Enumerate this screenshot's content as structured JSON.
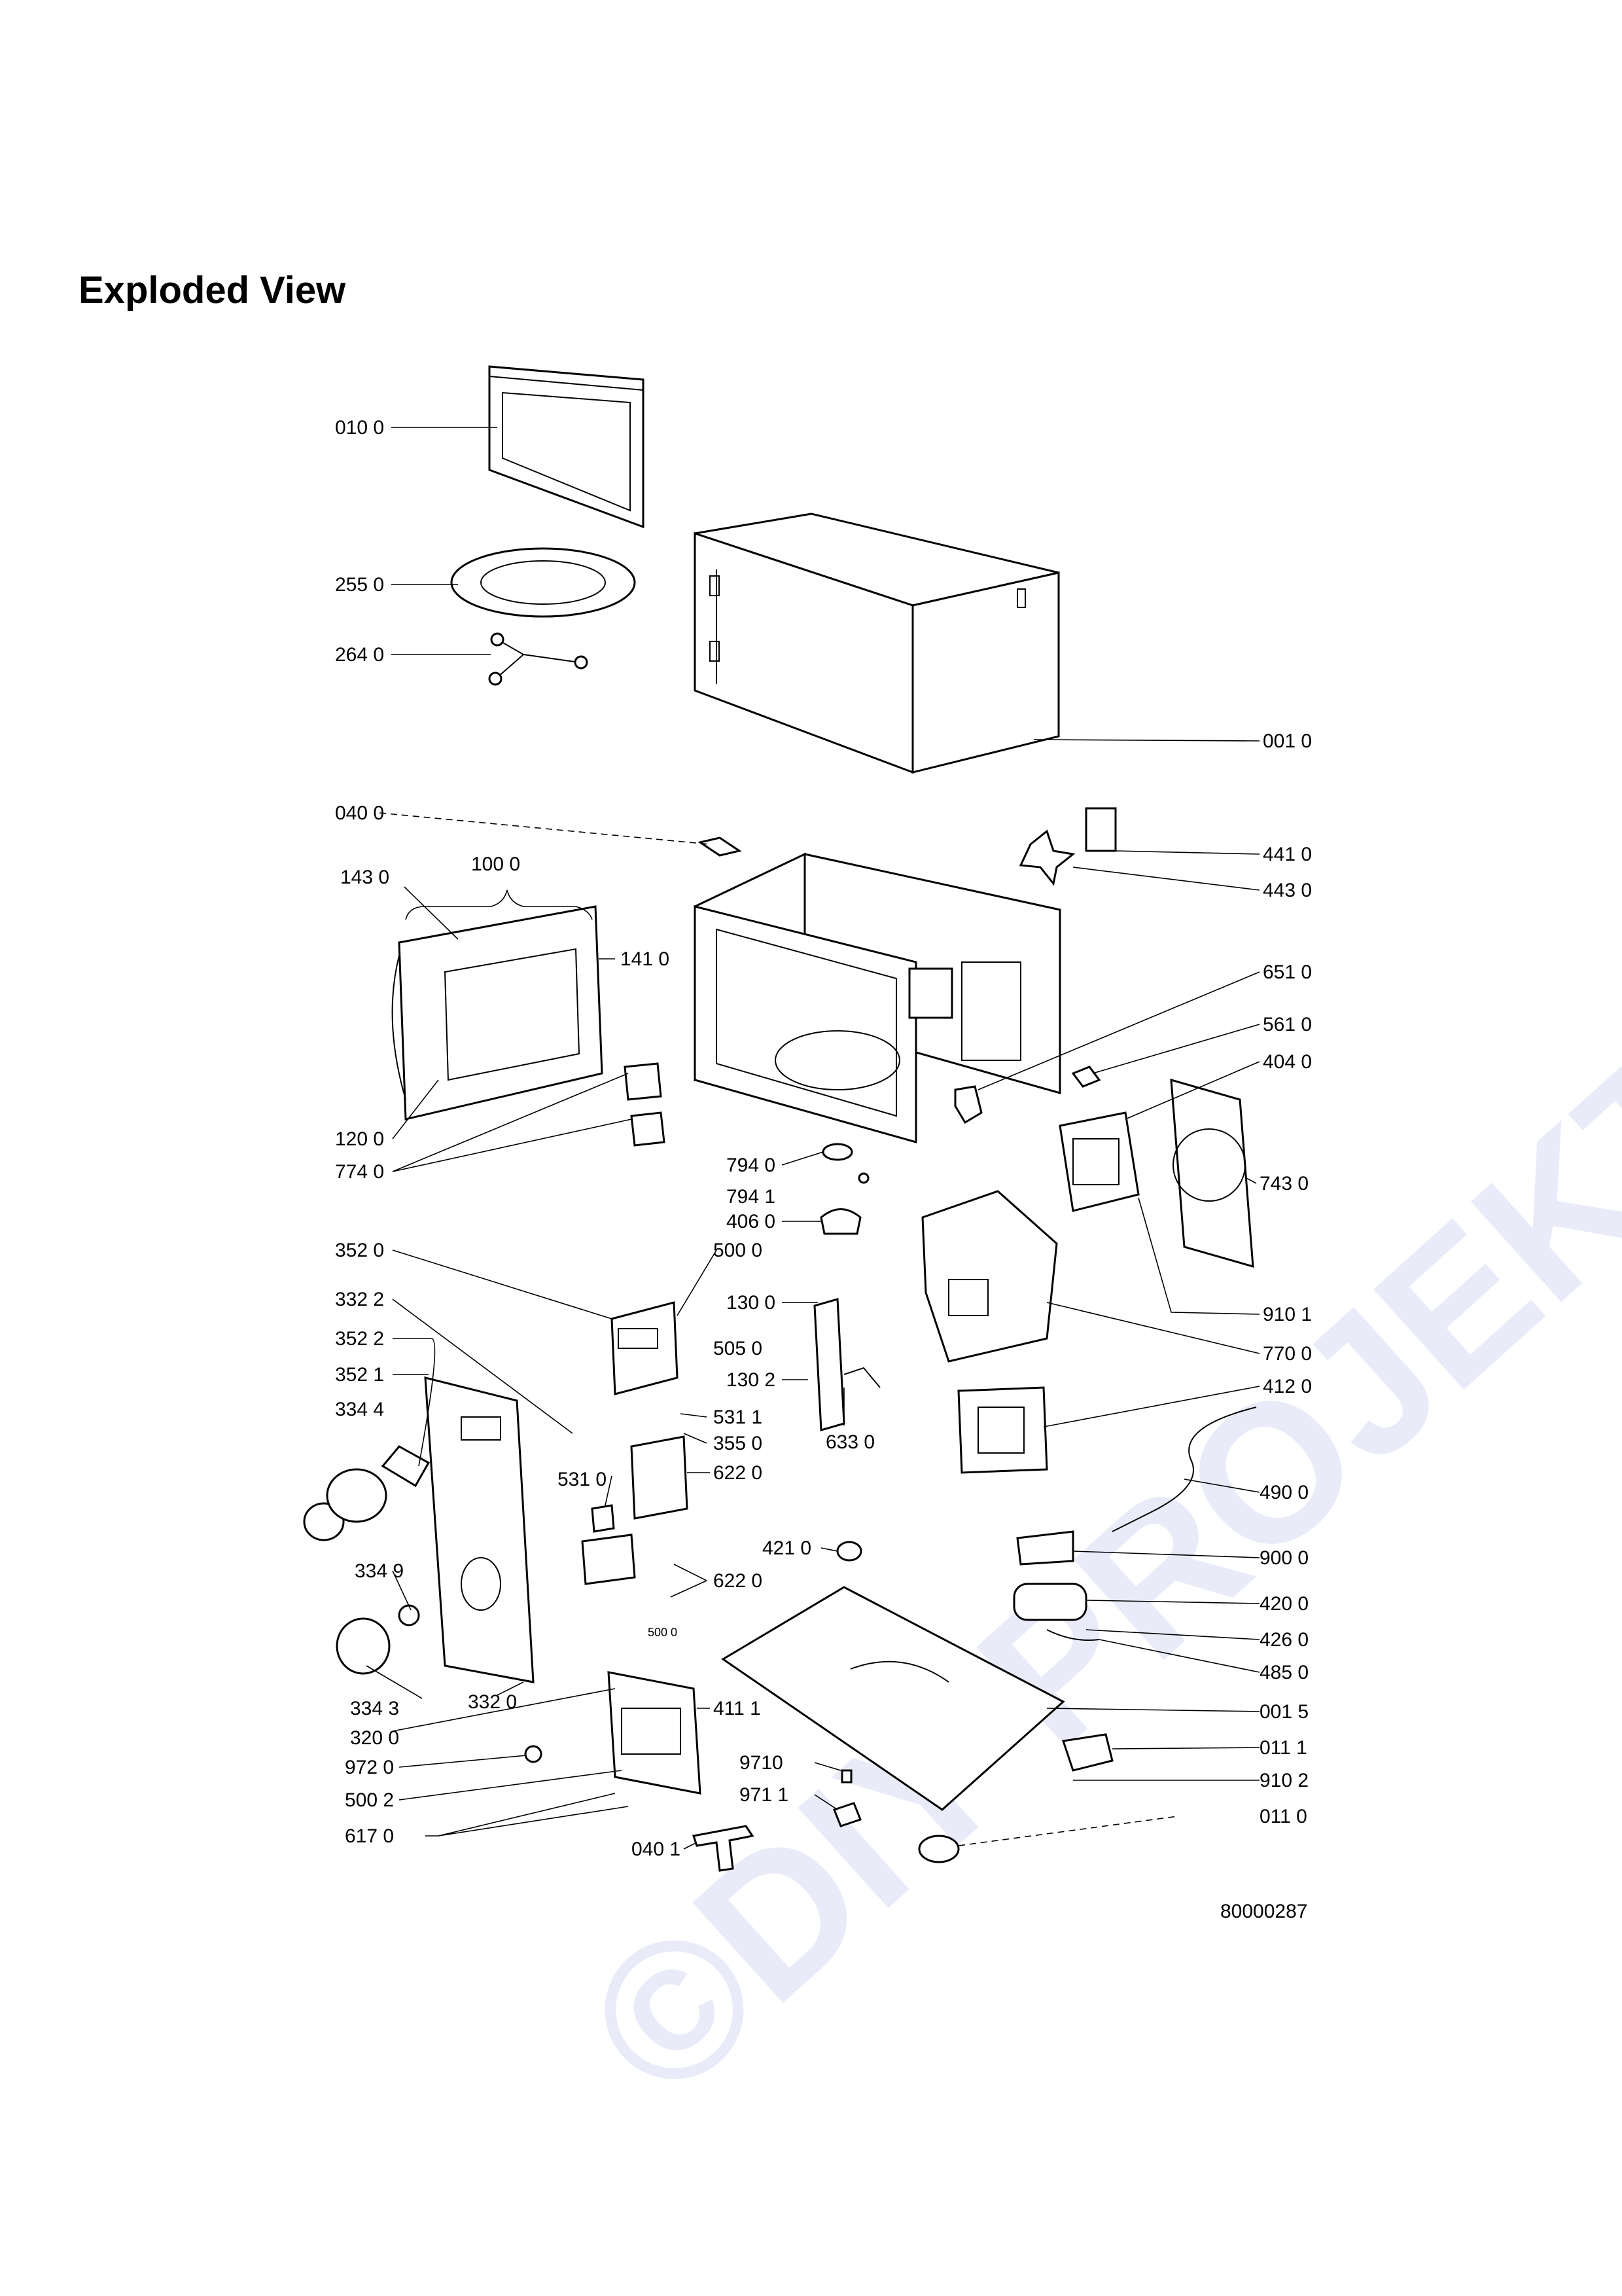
{
  "title": "Exploded View",
  "watermark": "©DIY-PROJEKT.cz",
  "drawing_number": "80000287",
  "inline_mark": "500 0",
  "labels": [
    "010 0",
    "255 0",
    "264 0",
    "001 0",
    "040 0",
    "441 0",
    "443 0",
    "143 0",
    "100 0",
    "141 0",
    "651 0",
    "561 0",
    "404 0",
    "743 0",
    "120 0",
    "774 0",
    "794 0",
    "794 1",
    "406 0",
    "352 0",
    "500 0",
    "910 1",
    "770 0",
    "332 2",
    "352 2",
    "352 1",
    "334 4",
    "130 0",
    "505 0",
    "130 2",
    "412 0",
    "531 1",
    "355 0",
    "633 0",
    "531 0",
    "622 0",
    "490 0",
    "421 0",
    "900 0",
    "334 9",
    "622 0",
    "420 0",
    "426 0",
    "485 0",
    "334 3",
    "332 0",
    "001 5",
    "320 0",
    "411 1",
    "972 0",
    "9710",
    "011 1",
    "500 2",
    "971 1",
    "910 2",
    "617 0",
    "040 1",
    "011 0"
  ]
}
